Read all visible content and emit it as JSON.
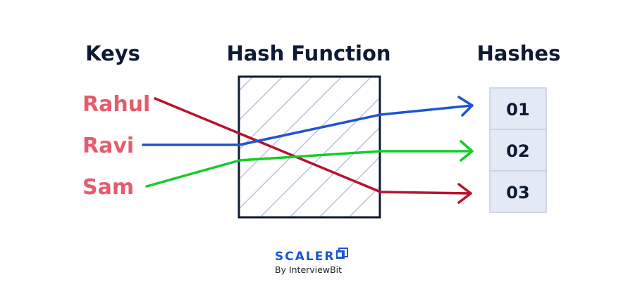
{
  "headers": {
    "keys": "Keys",
    "function": "Hash Function",
    "hashes": "Hashes"
  },
  "keys": [
    "Rahul",
    "Ravi",
    "Sam"
  ],
  "hashes": [
    "01",
    "02",
    "03"
  ],
  "mappings": [
    {
      "key": "Rahul",
      "hash": "03",
      "color": "#b8122e"
    },
    {
      "key": "Ravi",
      "hash": "01",
      "color": "#1f55d0"
    },
    {
      "key": "Sam",
      "hash": "02",
      "color": "#14cc2a"
    }
  ],
  "logo": {
    "name": "SCALER",
    "tagline": "By InterviewBit"
  },
  "colors": {
    "key_text": "#e35d6e",
    "hash_cell": "#e3eaf6",
    "hatch": "#b7c4d8"
  }
}
